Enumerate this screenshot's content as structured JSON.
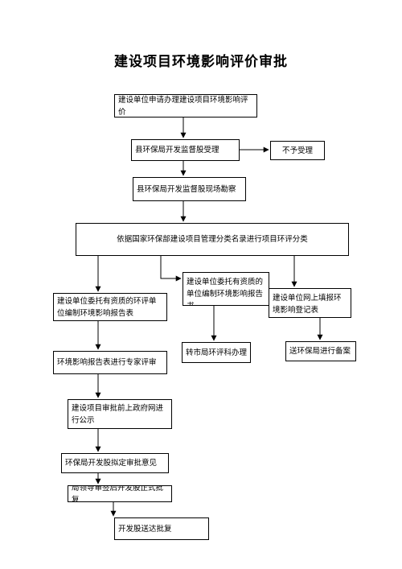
{
  "title": "建设项目环境影响评价审批",
  "nodes": {
    "apply": "建设单位申请办理建设项目环境影响评价",
    "county_accept": "县环保局开发监督股受理",
    "reject": "不予受理",
    "site_survey": "县环保局开发监督股现场勘察",
    "classify": "依据国家环保部建设项目管理分类名录进行项目环评分类",
    "report_table": "建设单位委托有资质的环评单位编制环境影响报告表",
    "report_book": "建设单位委托有资质的单位编制环境影响报告书",
    "registration": "建设单位网上填报环境影响登记表",
    "expert_review": "环境影响报告表进行专家评审",
    "city_eia": "转市局环评科办理",
    "record": "送环保局进行备案",
    "publicity": "建设项目审批前上政府网进行公示",
    "draft_opinion": "环保局开发股拟定审批意见",
    "leader_sign": "局领导审签后开发股正式批复",
    "deliver": "开发股送达批复"
  }
}
